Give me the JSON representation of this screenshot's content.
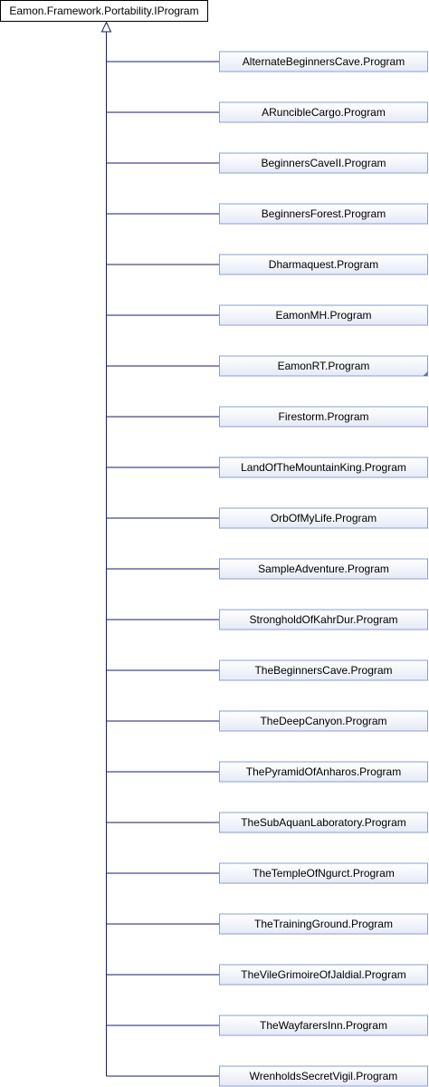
{
  "base_class": {
    "label": "Eamon.Framework.Portability.IProgram"
  },
  "derived_classes": [
    {
      "label": "AlternateBeginnersCave.Program",
      "has_children_marker": false
    },
    {
      "label": "ARuncibleCargo.Program",
      "has_children_marker": false
    },
    {
      "label": "BeginnersCaveII.Program",
      "has_children_marker": false
    },
    {
      "label": "BeginnersForest.Program",
      "has_children_marker": false
    },
    {
      "label": "Dharmaquest.Program",
      "has_children_marker": false
    },
    {
      "label": "EamonMH.Program",
      "has_children_marker": false
    },
    {
      "label": "EamonRT.Program",
      "has_children_marker": true
    },
    {
      "label": "Firestorm.Program",
      "has_children_marker": false
    },
    {
      "label": "LandOfTheMountainKing.Program",
      "has_children_marker": false
    },
    {
      "label": "OrbOfMyLife.Program",
      "has_children_marker": false
    },
    {
      "label": "SampleAdventure.Program",
      "has_children_marker": false
    },
    {
      "label": "StrongholdOfKahrDur.Program",
      "has_children_marker": false
    },
    {
      "label": "TheBeginnersCave.Program",
      "has_children_marker": false
    },
    {
      "label": "TheDeepCanyon.Program",
      "has_children_marker": false
    },
    {
      "label": "ThePyramidOfAnharos.Program",
      "has_children_marker": false
    },
    {
      "label": "TheSubAquanLaboratory.Program",
      "has_children_marker": false
    },
    {
      "label": "TheTempleOfNgurct.Program",
      "has_children_marker": false
    },
    {
      "label": "TheTrainingGround.Program",
      "has_children_marker": false
    },
    {
      "label": "TheVileGrimoireOfJaldial.Program",
      "has_children_marker": false
    },
    {
      "label": "TheWayfarersInn.Program",
      "has_children_marker": false
    },
    {
      "label": "WrenholdsSecretVigil.Program",
      "has_children_marker": false
    }
  ],
  "colors": {
    "base_fill": "#ffffff",
    "base_stroke": "#000000",
    "node_fill_top": "#ffffff",
    "node_fill_bottom": "#e6eaf6",
    "node_stroke": "#8b9fcf",
    "edge": "#191970",
    "marker": "#5a73b8"
  }
}
